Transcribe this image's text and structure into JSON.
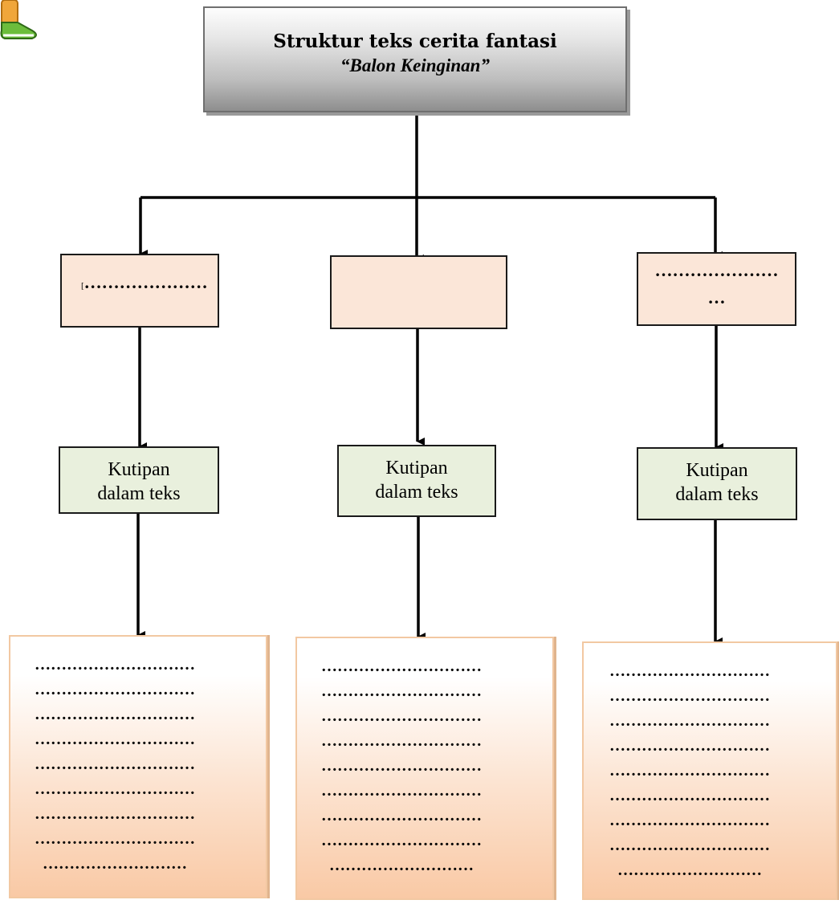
{
  "title": {
    "main": "Struktur teks cerita fantasi",
    "sub": "“Balon Keinginan”"
  },
  "columns": [
    {
      "category": {
        "prefix": "[",
        "text": "…………………"
      },
      "quote_label": [
        "Kutipan",
        "dalam teks"
      ],
      "answer_lines": [
        "…………………………",
        "…………………………",
        "…………………………",
        "…………………………",
        "…………………………",
        "…………………………",
        "…………………………",
        "…………………………",
        "………………………"
      ]
    },
    {
      "category": {
        "prefix": "",
        "text": ""
      },
      "quote_label": [
        "Kutipan",
        "dalam teks"
      ],
      "answer_lines": [
        "…………………………",
        "…………………………",
        "…………………………",
        "…………………………",
        "…………………………",
        "…………………………",
        "…………………………",
        "…………………………",
        "………………………"
      ]
    },
    {
      "category": {
        "line1": "…………………",
        "line2": "…"
      },
      "quote_label": [
        "Kutipan",
        "dalam teks"
      ],
      "answer_lines": [
        "…………………………",
        "…………………………",
        "…………………………",
        "…………………………",
        "…………………………",
        "…………………………",
        "…………………………",
        "…………………………",
        "………………………"
      ]
    }
  ],
  "colors": {
    "category_fill": "#fbe6d8",
    "quote_fill": "#e9f0dd",
    "answer_gradient_end": "#f9c9a5",
    "title_fill": "#bdbdbd"
  },
  "icons": {
    "corner": "cartoon-character-shoes-icon"
  }
}
